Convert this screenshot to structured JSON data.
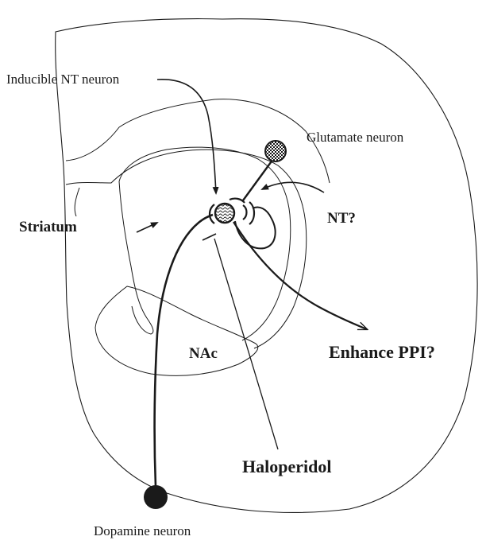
{
  "labels": {
    "inducible_nt_neuron": "Inducible NT neuron",
    "glutamate_neuron": "Glutamate neuron",
    "striatum": "Striatum",
    "nt_question": "NT?",
    "nac": "NAc",
    "enhance_ppi": "Enhance PPI?",
    "haloperidol": "Haloperidol",
    "dopamine_neuron": "Dopamine neuron"
  },
  "colors": {
    "ink": "#1a1a1a",
    "background": "#ffffff"
  }
}
